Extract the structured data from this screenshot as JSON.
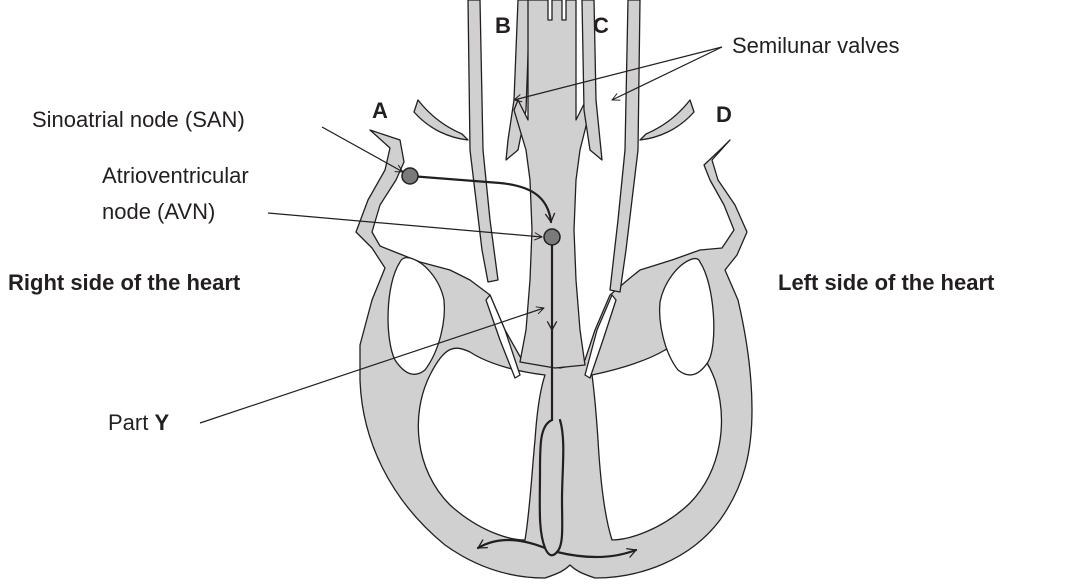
{
  "title": "",
  "vessel_labels": {
    "a": "A",
    "b": "B",
    "c": "C",
    "d": "D"
  },
  "annotations": {
    "semilunar_valves": "Semilunar valves",
    "san": "Sinoatrial node (SAN)",
    "avn_line1": "Atrioventricular",
    "avn_line2": "node (AVN)",
    "part_prefix": "Part ",
    "part_letter": "Y"
  },
  "sides": {
    "right": "Right side of the heart",
    "left": "Left side of the heart"
  },
  "colors": {
    "tissue": "#d0d0d0",
    "outline": "#231f20",
    "node": "#7a7a7a"
  }
}
